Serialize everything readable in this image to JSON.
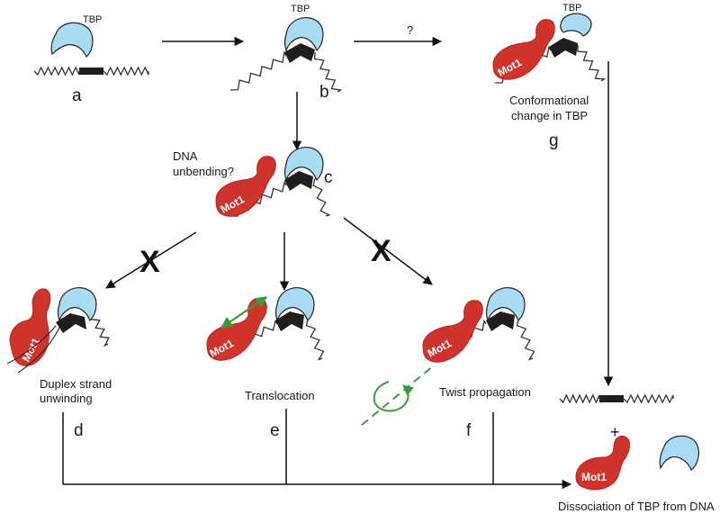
{
  "labels": {
    "tbp": "TBP",
    "mot1": "Mot1",
    "question": "?",
    "plus": "+",
    "cross": "X"
  },
  "panels": {
    "a": "a",
    "b": "b",
    "c": "c",
    "d": "d",
    "e": "e",
    "f": "f",
    "g": "g"
  },
  "captions": {
    "c_line1": "DNA",
    "c_line2": "unbending?",
    "d_line1": "Duplex strand",
    "d_line2": "unwinding",
    "e": "Translocation",
    "f": "Twist propagation",
    "g_line1": "Conformational",
    "g_line2": "change in TBP",
    "final": "Dissociation of TBP from DNA"
  },
  "colors": {
    "tbp_fill": "#a9dcf2",
    "mot1_fill": "#d0332b",
    "dna_stroke": "#333333",
    "tata_box": "#1e1e1e",
    "green_arrow": "#3b9a3b"
  }
}
